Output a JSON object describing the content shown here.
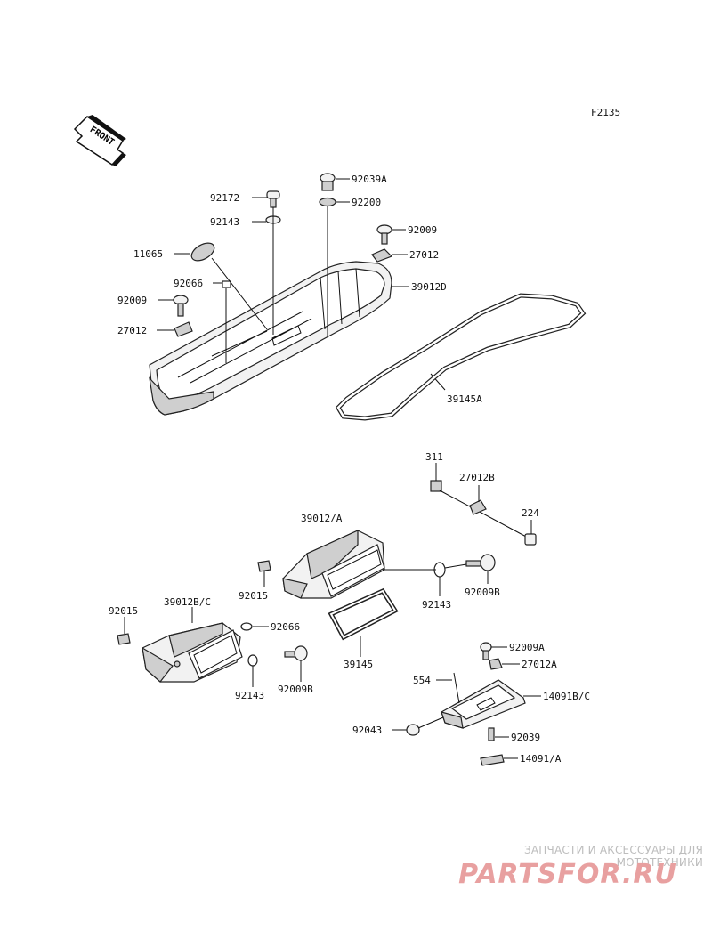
{
  "diagram_code": "F2135",
  "front_label": "FRONT",
  "parts": [
    {
      "id": "p1",
      "label": "92039A"
    },
    {
      "id": "p2",
      "label": "92172"
    },
    {
      "id": "p3",
      "label": "92200"
    },
    {
      "id": "p4",
      "label": "92143"
    },
    {
      "id": "p5",
      "label": "92009"
    },
    {
      "id": "p6",
      "label": "11065"
    },
    {
      "id": "p7",
      "label": "27012"
    },
    {
      "id": "p8",
      "label": "92066"
    },
    {
      "id": "p9",
      "label": "39012D"
    },
    {
      "id": "p10",
      "label": "92009"
    },
    {
      "id": "p11",
      "label": "27012"
    },
    {
      "id": "p12",
      "label": "39145A"
    },
    {
      "id": "p13",
      "label": "311"
    },
    {
      "id": "p14",
      "label": "27012B"
    },
    {
      "id": "p15",
      "label": "224"
    },
    {
      "id": "p16",
      "label": "39012/A"
    },
    {
      "id": "p17",
      "label": "92015"
    },
    {
      "id": "p18",
      "label": "92143"
    },
    {
      "id": "p19",
      "label": "92009B"
    },
    {
      "id": "p20",
      "label": "92015"
    },
    {
      "id": "p21",
      "label": "39012B/C"
    },
    {
      "id": "p22",
      "label": "92066"
    },
    {
      "id": "p23",
      "label": "39145"
    },
    {
      "id": "p24",
      "label": "92143"
    },
    {
      "id": "p25",
      "label": "92009B"
    },
    {
      "id": "p26",
      "label": "92009A"
    },
    {
      "id": "p27",
      "label": "27012A"
    },
    {
      "id": "p28",
      "label": "554"
    },
    {
      "id": "p29",
      "label": "14091B/C"
    },
    {
      "id": "p30",
      "label": "92043"
    },
    {
      "id": "p31",
      "label": "92039"
    },
    {
      "id": "p32",
      "label": "14091/A"
    }
  ],
  "watermark": {
    "caption": "ЗАПЧАСТИ И АКСЕССУАРЫ ДЛЯ МОТОТЕХНИКИ",
    "logo_text": "PARTSFOR.RU",
    "logo_color": "#e8a0a0",
    "caption_color": "#bdbdbd"
  }
}
